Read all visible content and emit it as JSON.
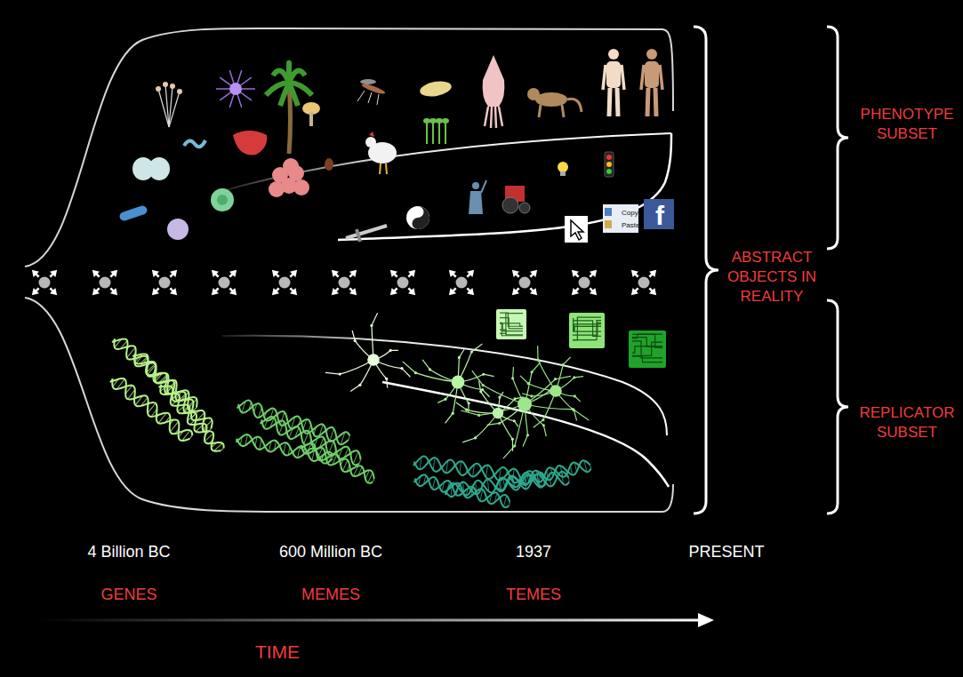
{
  "diagram": {
    "labels": [
      "PHENOTYPE SUBSET",
      "ABSTRACT OBJECTS IN REALITY",
      "REPLICATOR SUBSET",
      "Copy",
      "Paste",
      "f",
      "4 Billion BC",
      "600 Million BC",
      "1937",
      "PRESENT",
      "GENES",
      "MEMES",
      "TEMES",
      "TIME"
    ]
  }
}
